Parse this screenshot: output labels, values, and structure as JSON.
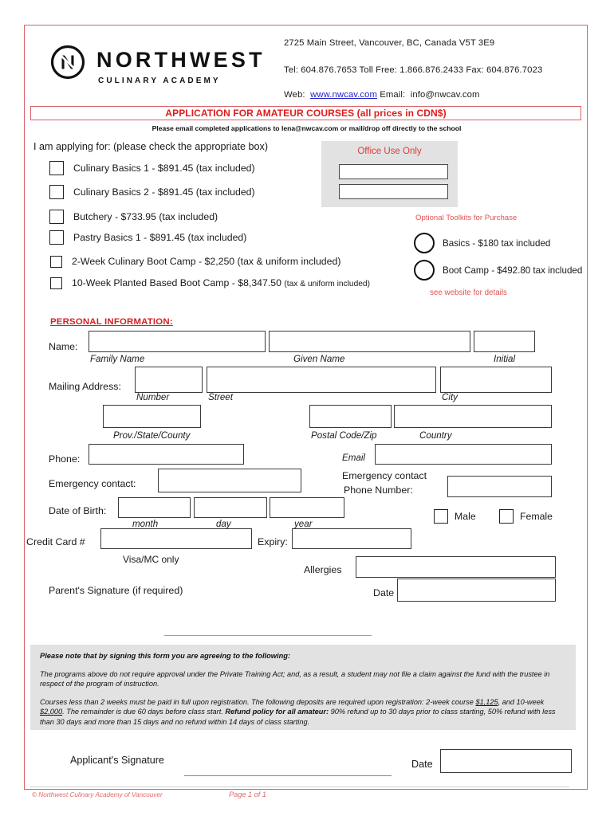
{
  "brand": {
    "logo_icon": "northwest-circle-n-logo",
    "name": "NORTHWEST",
    "tagline": "CULINARY ACADEMY"
  },
  "header": {
    "address": "2725 Main Street, Vancouver, BC, Canada V5T 3E9",
    "phones": "Tel:  604.876.7653  Toll Free:  1.866.876.2433  Fax:  604.876.7023",
    "web_label": "Web:",
    "web_url": "www.nwcav.com",
    "email_label": "Email:",
    "email": "info@nwcav.com"
  },
  "title_bar": {
    "title": "APPLICATION FOR AMATEUR COURSES (all prices in CDN$)",
    "subtitle": "Please email completed applications to lena@nwcav.com or mail/drop off directly to the school"
  },
  "applying": {
    "label": "I am applying for:  (please check the appropriate box)",
    "courses": [
      {
        "label": "Culinary Basics 1 - $891.45 (tax included)",
        "note": ""
      },
      {
        "label": "Culinary Basics 2 - $891.45 (tax included)",
        "note": ""
      },
      {
        "label": "Butchery - $733.95 (tax included)",
        "note": ""
      },
      {
        "label": "Pastry Basics 1 - $891.45 (tax included)",
        "note": ""
      },
      {
        "label": "2-Week Culinary Boot Camp - $2,250  (tax & uniform included)",
        "note": ""
      },
      {
        "label": "10-Week Planted Based Boot Camp - $8,347.50 ",
        "note": "(tax & uniform included)"
      }
    ]
  },
  "office_use": {
    "title": "Office Use Only",
    "field_1": "",
    "field_2": ""
  },
  "toolkits": {
    "title": "Optional Toolkits for Purchase",
    "options": [
      {
        "label": "Basics - $180 tax included"
      },
      {
        "label": "Boot Camp - $492.80 tax included"
      }
    ],
    "note": "see website for details"
  },
  "personal": {
    "section_title": "PERSONAL INFORMATION:",
    "name_label": "Name:",
    "family_name_hint": "Family Name",
    "family_name_value": "",
    "given_name_hint": "Given Name",
    "given_name_value": "",
    "initial_hint": "Initial",
    "initial_value": "",
    "address_label": "Mailing Address:",
    "number_hint": "Number",
    "number_value": "",
    "street_hint": "Street",
    "street_value": "",
    "city_hint": "City",
    "city_value": "",
    "province_hint": "Prov./State/County",
    "province_value": "",
    "postal_hint": "Postal Code/Zip",
    "postal_value": "",
    "country_hint": "Country",
    "country_value": "",
    "phone_label": "Phone:",
    "phone_value": "",
    "email_label": "Email",
    "email_value": "",
    "emergency_contact_label": "Emergency contact:",
    "emergency_contact_value": "",
    "emergency_phone_label_1": "Emergency contact",
    "emergency_phone_label_2": "Phone Number:",
    "emergency_phone_value": "",
    "dob_label": "Date of Birth:",
    "month_hint": "month",
    "month_value": "",
    "day_hint": "day",
    "day_value": "",
    "year_hint": "year",
    "year_value": "",
    "male_label": "Male",
    "female_label": "Female",
    "credit_card_label": "Credit Card #",
    "credit_card_value": "",
    "visa_note": "Visa/MC only",
    "expiry_label": "Expiry:",
    "expiry_value": "",
    "allergies_label": "Allergies",
    "allergies_value": "",
    "parent_signature_label": "Parent's Signature (if required)",
    "date_label": "Date",
    "date_value": ""
  },
  "note": {
    "heading": "Please note that by signing this form you are agreeing to the following:",
    "paragraph_1": "The programs above do not require approval under the Private Training Act; and, as a result, a student may not file a claim against the fund with the trustee in respect of the program of instruction.",
    "paragraph_2_a": "Courses less than 2 weeks must be paid in full upon registration. The following deposits are required upon registration: 2-week course ",
    "paragraph_2_deposit_1": "$1,125",
    "paragraph_2_b": ", and 10-week ",
    "paragraph_2_deposit_2": "$2,000",
    "paragraph_2_c": ".  The remainder is due 60 days before class start. ",
    "paragraph_2_bold": "Refund policy for all amateur:",
    "paragraph_2_d": " 90% refund up to 30 days prior to class starting, 50% refund with less than 30 days and more than 15 days and no refund within 14 days of class starting."
  },
  "signoff": {
    "applicant_signature_label": "Applicant's Signature",
    "date_label": "Date",
    "date_value": ""
  },
  "footer": {
    "copyright": "© Northwest Culinary Academy of Vancouver",
    "page": "Page 1 of 1"
  },
  "colors": {
    "brand_red": "#e01b1b",
    "accent_pink": "#d9606a",
    "link_blue": "#2222cc",
    "panel_gray": "#e2e2e2"
  }
}
